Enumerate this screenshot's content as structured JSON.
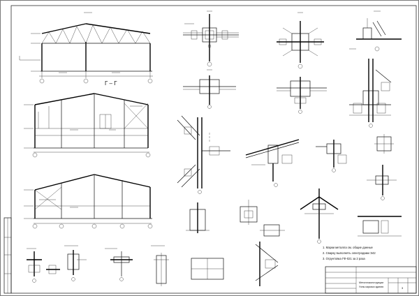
{
  "sheet": {
    "section_label": "Г – Г",
    "title_block": {
      "title_line1": "Металлоконструкции",
      "title_line2": "Узлы каркаса здания",
      "sheet_no": "3"
    },
    "notes": [
      "1. Марки металла см. общие данные",
      "2. Сварку выполнять электродами Э42",
      "3. Огрунтовка ГФ-021 за 2 раза"
    ]
  }
}
